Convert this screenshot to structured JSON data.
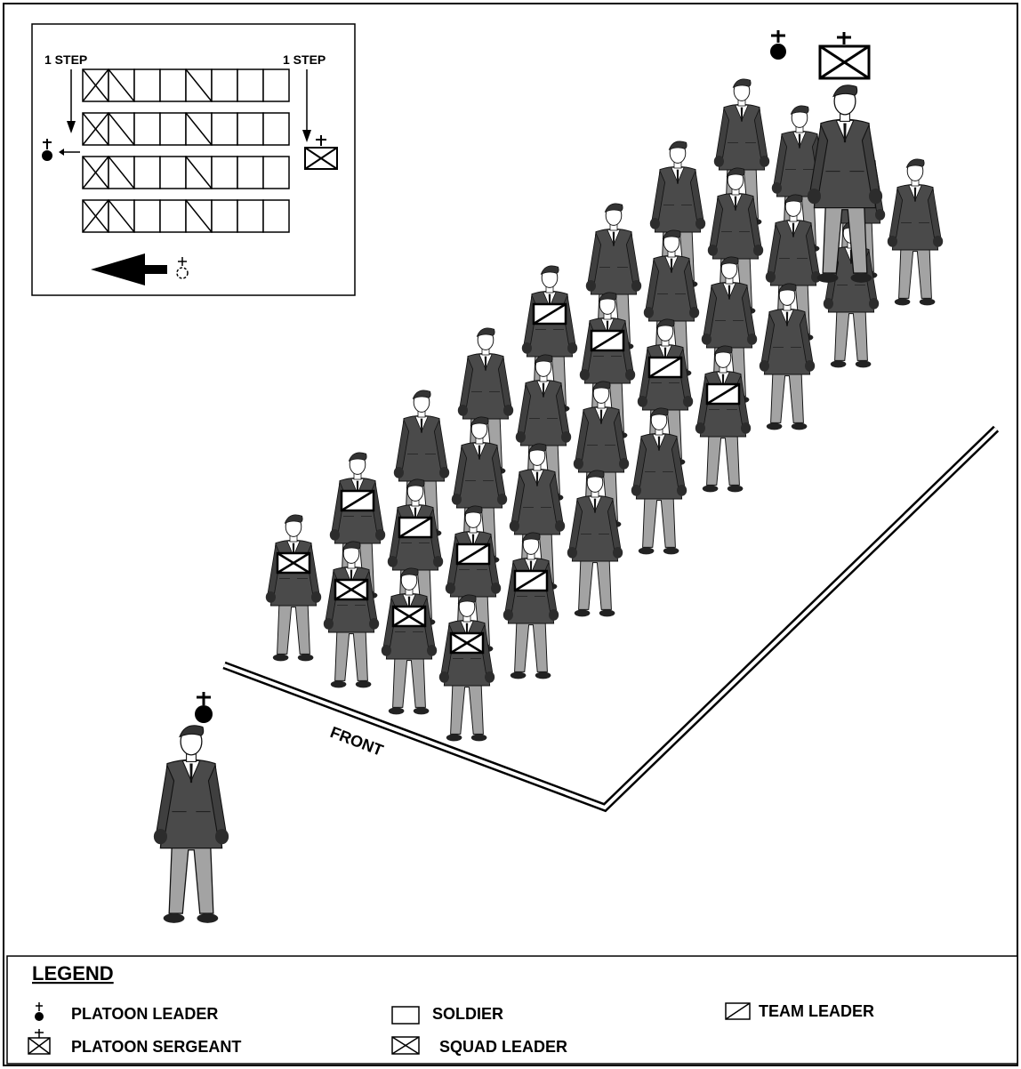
{
  "inset": {
    "left_step_label": "1 STEP",
    "right_step_label": "1 STEP",
    "rows": [
      [
        "squad_leader",
        "team_leader",
        "soldier",
        "soldier",
        "team_leader",
        "soldier",
        "soldier",
        "soldier"
      ],
      [
        "squad_leader",
        "team_leader",
        "soldier",
        "soldier",
        "team_leader",
        "soldier",
        "soldier",
        "soldier"
      ],
      [
        "squad_leader",
        "team_leader",
        "soldier",
        "soldier",
        "team_leader",
        "soldier",
        "soldier",
        "soldier"
      ],
      [
        "squad_leader",
        "team_leader",
        "soldier",
        "soldier",
        "team_leader",
        "soldier",
        "soldier",
        "soldier"
      ]
    ]
  },
  "formation": {
    "front_label": "FRONT",
    "uniform_color": "#4a4a4a",
    "trouser_color": "#a0a0a0"
  },
  "legend": {
    "title": "LEGEND",
    "items": [
      {
        "symbol": "platoon-leader",
        "label": "PLATOON LEADER"
      },
      {
        "symbol": "platoon-sergeant",
        "label": "PLATOON SERGEANT"
      },
      {
        "symbol": "soldier",
        "label": "SOLDIER"
      },
      {
        "symbol": "squad-leader",
        "label": "SQUAD LEADER"
      },
      {
        "symbol": "team-leader",
        "label": "TEAM LEADER"
      }
    ]
  }
}
